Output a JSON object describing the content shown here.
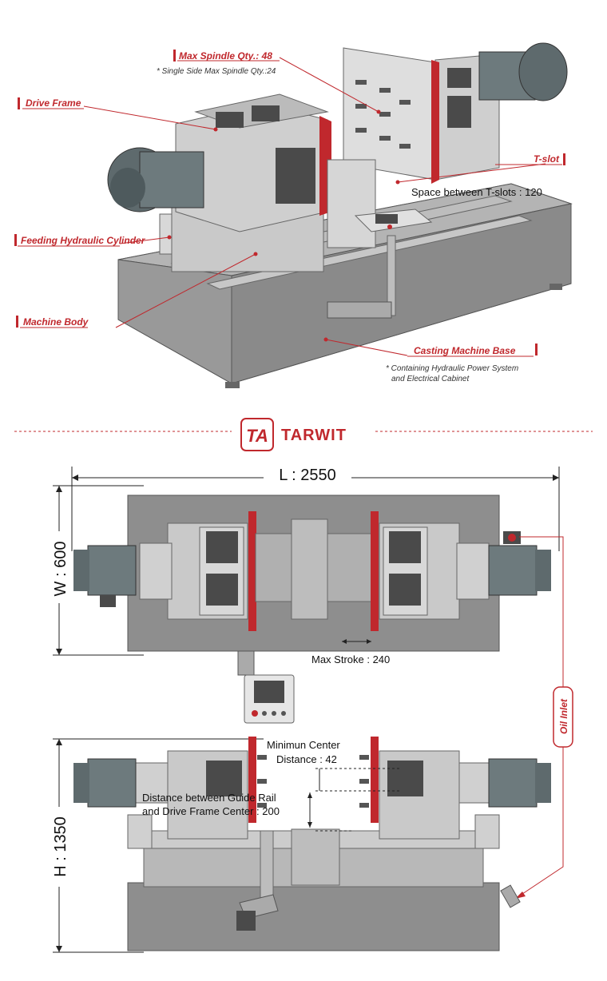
{
  "callouts": {
    "max_spindle": "Max Spindle Qty.:  48",
    "max_spindle_note": "* Single Side Max Spindle Qty.:24",
    "drive_frame": "Drive Frame",
    "t_slot": "T-slot",
    "t_slot_space": "Space between T-slots : 120",
    "feeding_cylinder": "Feeding Hydraulic  Cylinder",
    "machine_body": "Machine Body",
    "casting_base": "Casting Machine Base",
    "casting_note_1": "* Containing Hydraulic Power System",
    "casting_note_2": "and Electrical Cabinet"
  },
  "brand": {
    "logo_mark": "TA",
    "name": "TARWIT"
  },
  "top_view": {
    "length": "L : 2550",
    "width": "W : 600",
    "max_stroke": "Max Stroke : 240"
  },
  "side_view": {
    "height": "H : 1350",
    "min_center_1": "Minimun Center",
    "min_center_2": "Distance : 42",
    "guide_rail_1": "Distance between Guide Rail",
    "guide_rail_2": "and Drive Frame Center : 200",
    "oil_inlet": "Oil Inlet"
  },
  "colors": {
    "accent_red": "#c0282d",
    "machine_gray": "#9a9a9a",
    "motor_dark": "#5e6a6d"
  }
}
